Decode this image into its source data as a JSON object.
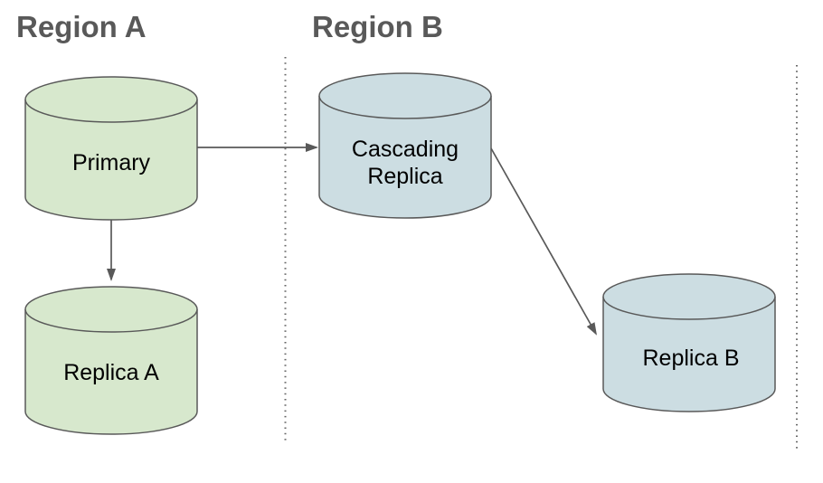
{
  "diagram": {
    "regions": [
      {
        "id": "region-a",
        "label": "Region A"
      },
      {
        "id": "region-b",
        "label": "Region B"
      }
    ],
    "nodes": {
      "primary": {
        "label": "Primary",
        "shape": "database-cylinder",
        "region": "Region A"
      },
      "replica_a": {
        "label": "Replica A",
        "shape": "database-cylinder",
        "region": "Region A"
      },
      "cascading_replica": {
        "label": "Cascading Replica",
        "line1": "Cascading",
        "line2": "Replica",
        "shape": "database-cylinder",
        "region": "Region B"
      },
      "replica_b": {
        "label": "Replica B",
        "shape": "database-cylinder",
        "region": "Region B"
      }
    },
    "edges": [
      {
        "from": "Primary",
        "to": "Cascading Replica",
        "style": "arrow"
      },
      {
        "from": "Primary",
        "to": "Replica A",
        "style": "arrow"
      },
      {
        "from": "Cascading Replica",
        "to": "Replica B",
        "style": "arrow"
      }
    ],
    "colors": {
      "region_a_node_fill": "#d7e8cd",
      "region_b_node_fill": "#ccdde2",
      "shape_stroke": "#595959",
      "arrow": "#595959",
      "region_label_text": "#595959",
      "node_text": "#000000",
      "divider": "#666666",
      "background": "#ffffff"
    }
  }
}
